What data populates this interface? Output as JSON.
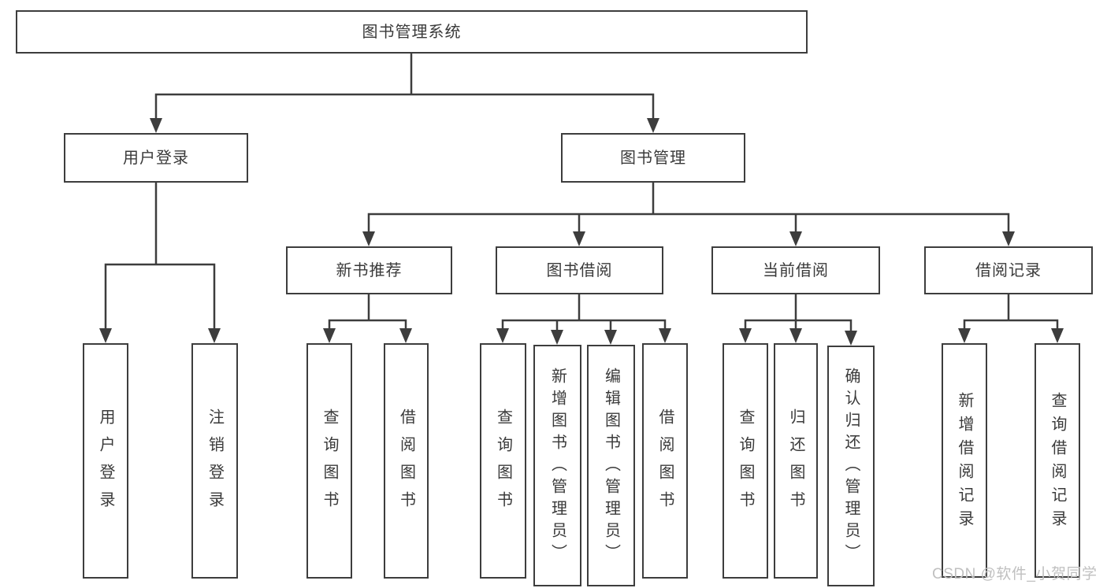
{
  "colors": {
    "line": "#3d3d3d",
    "text": "#3a3a3a",
    "watermark": "#c0c0c0",
    "background": "#ffffff"
  },
  "watermark": {
    "text": "CSDN @软件_小贺同学"
  },
  "tree": {
    "label": "图书管理系统",
    "children": [
      {
        "label": "用户登录",
        "children": [
          {
            "label": "用户登录"
          },
          {
            "label": "注销登录"
          }
        ]
      },
      {
        "label": "图书管理",
        "children": [
          {
            "label": "新书推荐",
            "children": [
              {
                "label": "查询图书"
              },
              {
                "label": "借阅图书"
              }
            ]
          },
          {
            "label": "图书借阅",
            "children": [
              {
                "label": "查询图书"
              },
              {
                "label": "新增图书（管理员）"
              },
              {
                "label": "编辑图书（管理员）"
              },
              {
                "label": "借阅图书"
              }
            ]
          },
          {
            "label": "当前借阅",
            "children": [
              {
                "label": "查询图书"
              },
              {
                "label": "归还图书"
              },
              {
                "label": "确认归还（管理员）"
              }
            ]
          },
          {
            "label": "借阅记录",
            "children": [
              {
                "label": "新增借阅记录"
              },
              {
                "label": "查询借阅记录"
              }
            ]
          }
        ]
      }
    ]
  }
}
